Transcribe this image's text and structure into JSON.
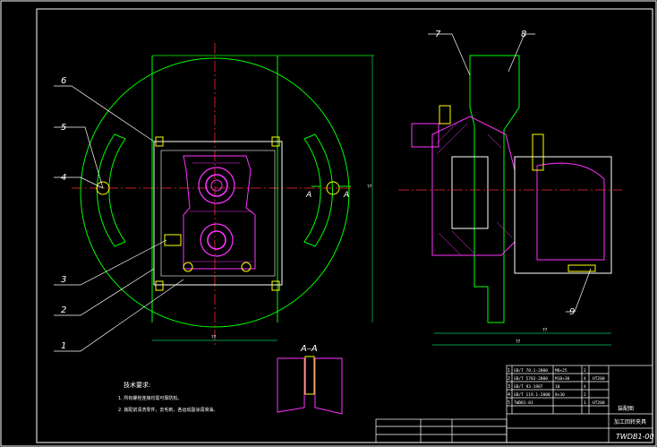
{
  "colors": {
    "background": "#000000",
    "outline": "#00ff00",
    "frame": "#ffffff",
    "center_line": "#ff2a2a",
    "part": "#ff33ff",
    "fastener": "#ffff00",
    "dimension": "#00cc66",
    "hatch": "#ff33ff"
  },
  "part_labels": [
    "1",
    "2",
    "3",
    "4",
    "5",
    "6",
    "7",
    "8",
    "9"
  ],
  "section": {
    "marker": "A",
    "title": "A–A"
  },
  "dimensions": {
    "front_width": "??",
    "front_height": "??",
    "side_width": "??",
    "side_height": "??"
  },
  "notes": {
    "heading": "技术要求:",
    "items": [
      "1. 所有螺栓连接均需可靠防松。",
      "2. 装配前清洗零件，去毛刺，各运动副涂润滑油。"
    ]
  },
  "title_block": {
    "drawing_number": "TWDB1-00",
    "title_line_1": "装配图",
    "title_line_2": "加工回转夹具"
  },
  "bom_rows": [
    [
      "1",
      "GB/T 70.1-2000",
      "M8×25",
      "2",
      ""
    ],
    [
      "2",
      "GB/T 5783-2000",
      "M10×30",
      "4",
      "HT200"
    ],
    [
      "3",
      "GB/T 93-1987",
      "10",
      "4",
      ""
    ],
    [
      "4",
      "GB/T 119.1-2000",
      "8×30",
      "2",
      ""
    ],
    [
      "5",
      "TWDB1-01",
      "",
      "1",
      "HT200"
    ]
  ]
}
